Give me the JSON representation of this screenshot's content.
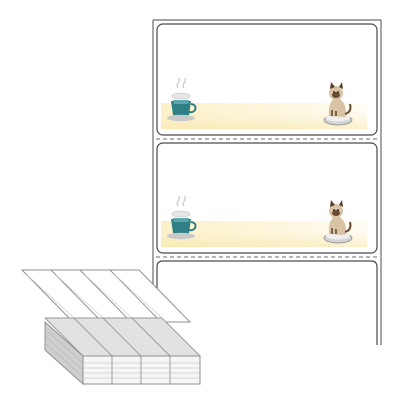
{
  "product": {
    "labels_visible": 2,
    "label_style": "rounded-rectangle",
    "label_stock_color": "#ffffff",
    "liner_color": "#ffffff",
    "outline_color": "#555555",
    "perforation_style": "dashed",
    "band_gradient": [
      "#fbf3cf",
      "#fff8e3",
      "#ffffff"
    ]
  },
  "labels": [
    {
      "left_icon": "coffee-cup-icon",
      "right_icon": "cat-on-robot-vacuum-icon"
    },
    {
      "left_icon": "coffee-cup-icon",
      "right_icon": "cat-on-robot-vacuum-icon"
    }
  ],
  "stack": {
    "columns": 4,
    "type": "fanfold",
    "colors": {
      "face": "#ffffff",
      "edge": "#9a9a9a",
      "shade": "#dcdcdc"
    }
  }
}
